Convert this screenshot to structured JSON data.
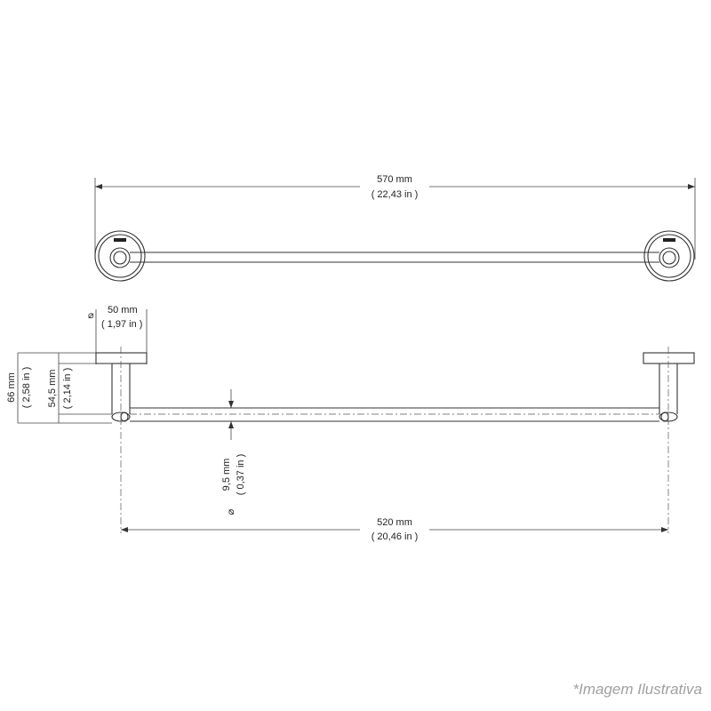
{
  "top_view": {
    "overall_length_mm": "570 mm",
    "overall_length_in": "( 22,43 in )"
  },
  "side_view": {
    "base_diameter_mm": "50 mm",
    "base_diameter_in": "( 1,97 in )",
    "total_depth_mm": "66 mm",
    "total_depth_in": "( 2,58 in )",
    "bar_offset_mm": "54,5 mm",
    "bar_offset_in": "( 2,14 in )",
    "bar_diameter_mm": "9,5 mm",
    "bar_diameter_in": "( 0,37 in )",
    "bar_length_mm": "520 mm",
    "bar_length_in": "( 20,46 in )"
  },
  "diameter_symbol": "⌀",
  "watermark": "*Imagem Ilustrativa"
}
